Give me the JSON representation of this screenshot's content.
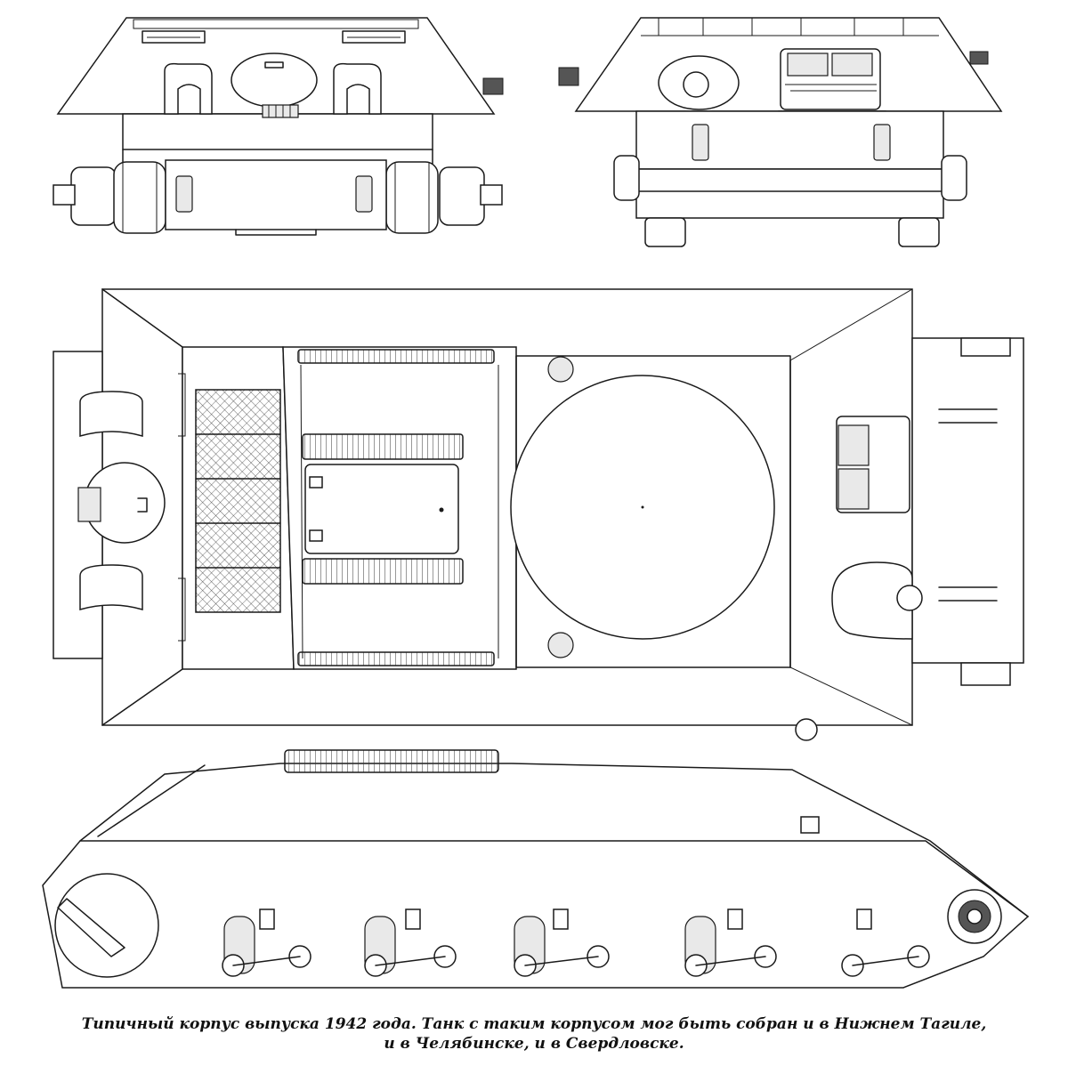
{
  "caption": {
    "line1": "Типичный корпус выпуска 1942 года. Танк с таким корпусом мог быть собран и в Нижнем Тагиле,",
    "line2": "и в Челябинске, и в Свердловске."
  },
  "colors": {
    "ink": "#1a1a1a",
    "paper": "#ffffff",
    "shade": "#e9e9e9"
  },
  "views": [
    "front-view",
    "rear-view",
    "top-view",
    "side-view"
  ]
}
